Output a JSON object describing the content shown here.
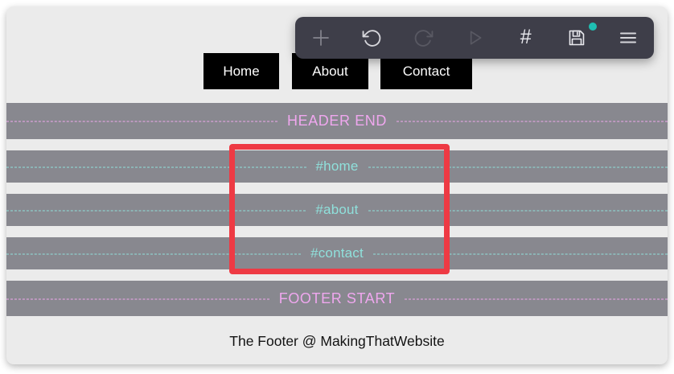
{
  "colors": {
    "page_bg": "#ebebeb",
    "outer_bg": "#ffffff",
    "bar_gray": "#88888f",
    "toolbar_bg": "#3e3e49",
    "accent_pink": "#efa7ee",
    "accent_teal": "#8fe0db",
    "highlight_red": "#ee3a44",
    "unsaved_dot_teal": "#1fbfb2",
    "button_bg": "#000000",
    "button_text": "#ffffff"
  },
  "toolbar": {
    "hash_glyph": "#",
    "icons": [
      {
        "id": "add",
        "state": "dim"
      },
      {
        "id": "undo",
        "state": "normal"
      },
      {
        "id": "redo",
        "state": "disabled"
      },
      {
        "id": "play",
        "state": "disabled"
      },
      {
        "id": "hash",
        "state": "bright"
      },
      {
        "id": "save",
        "state": "bright",
        "unsaved_badge": true
      },
      {
        "id": "menu",
        "state": "normal"
      }
    ]
  },
  "nav": {
    "buttons": [
      {
        "label": "Home"
      },
      {
        "label": "About"
      },
      {
        "label": "Contact"
      }
    ]
  },
  "sections": [
    {
      "label": "HEADER END"
    },
    {
      "label": "#home"
    },
    {
      "label": "#about"
    },
    {
      "label": "#contact"
    },
    {
      "label": "FOOTER START"
    }
  ],
  "footer": {
    "text": "The Footer @ MakingThatWebsite"
  }
}
